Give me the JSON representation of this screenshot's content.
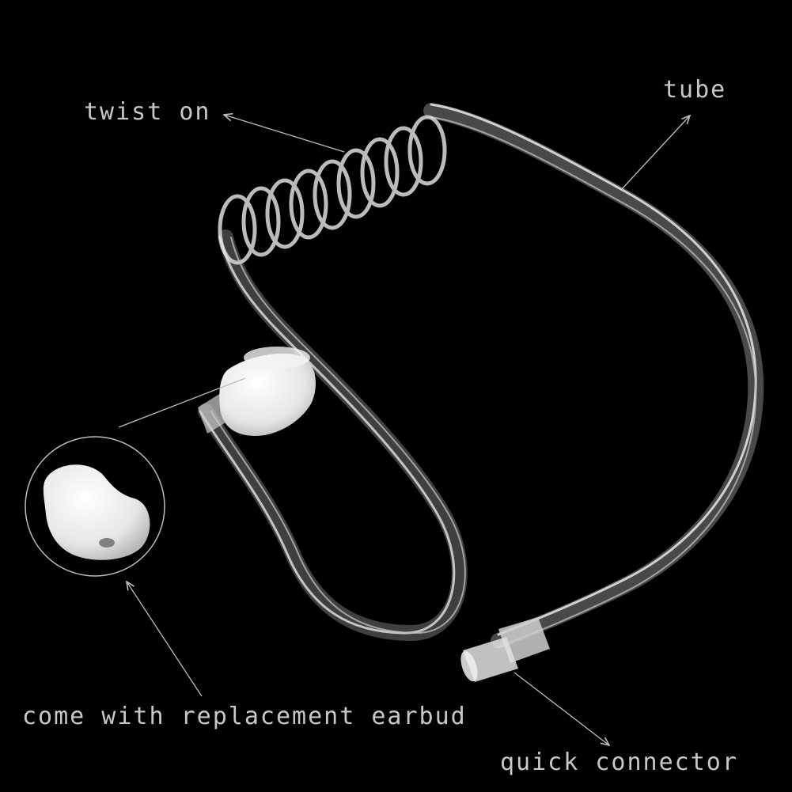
{
  "colors": {
    "background": "#000000",
    "label_text": "#c8c8c8",
    "annotation_line": "#bdbdbd",
    "tube": "#d9d9d9",
    "earbud": "#ededed"
  },
  "labels": {
    "twist_on": "twist on",
    "tube": "tube",
    "replacement_earbud": "come with replacement earbud",
    "quick_connector": "quick connector"
  }
}
